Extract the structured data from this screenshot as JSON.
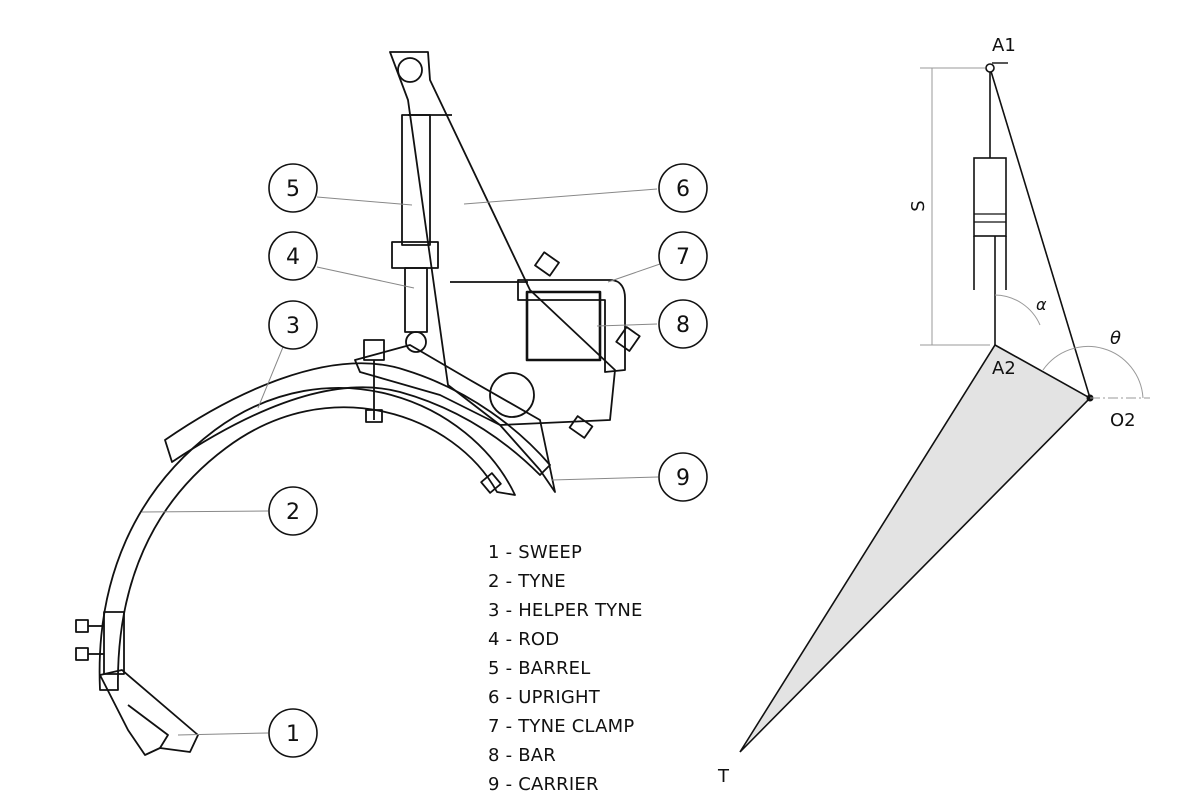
{
  "callouts": [
    {
      "num": "1"
    },
    {
      "num": "2"
    },
    {
      "num": "3"
    },
    {
      "num": "4"
    },
    {
      "num": "5"
    },
    {
      "num": "6"
    },
    {
      "num": "7"
    },
    {
      "num": "8"
    },
    {
      "num": "9"
    }
  ],
  "legend": [
    "1 - SWEEP",
    "2 - TYNE",
    "3 - HELPER TYNE",
    "4 - ROD",
    "5 - BARREL",
    "6 - UPRIGHT",
    "7 - TYNE CLAMP",
    "8 - BAR",
    "9 - CARRIER"
  ],
  "kinematic": {
    "points": {
      "A1": "A1",
      "A2": "A2",
      "O2": "O2",
      "T": "T"
    },
    "dimension_label": "S",
    "angle_alpha": "α",
    "angle_theta": "θ",
    "triangle_fill": "#e3e3e3"
  }
}
